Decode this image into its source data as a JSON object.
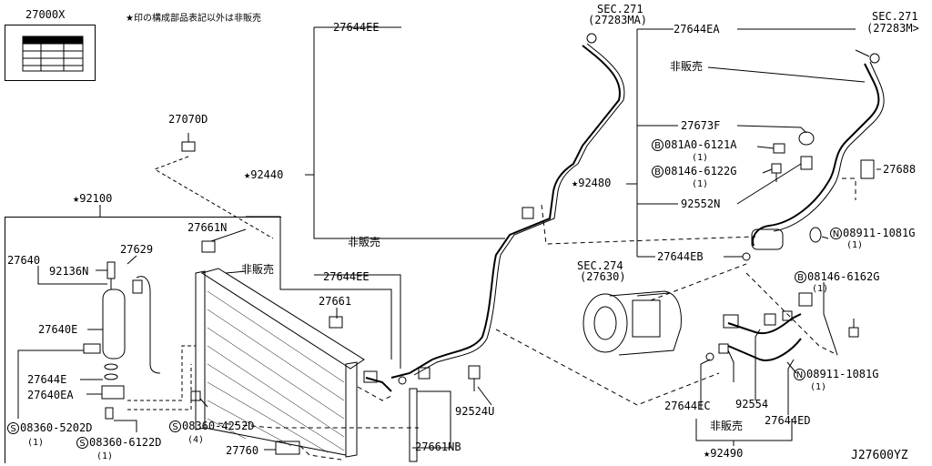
{
  "labels": {
    "part_27000x": "27000X",
    "note_jp": "★印の構成部品表記以外は非販売",
    "part_27070d": "27070D",
    "part_92100": "★92100",
    "part_92440": "★92440",
    "part_27644ee_top": "27644EE",
    "part_27644ee_mid": "27644EE",
    "not_sold_1": "非販売",
    "not_sold_2": "非販売",
    "not_sold_3": "非販売",
    "not_sold_4": "非販売",
    "part_27661n": "27661N",
    "part_27661": "27661",
    "part_27629": "27629",
    "part_27640": "27640",
    "part_92136n": "92136N",
    "part_27640e": "27640E",
    "part_27644e": "27644E",
    "part_27640ea": "27640EA",
    "part_08360_5202d": "08360-5202D",
    "qty_1a": "(1)",
    "part_08360_6122d": "08360-6122D",
    "qty_1b": "(1)",
    "part_08360_4252d": "08360-4252D",
    "qty_4": "(4)",
    "part_27760": "27760",
    "part_27661nb": "27661NB",
    "part_92524u": "92524U",
    "sec271_left_a": "SEC.271",
    "sec271_left_b": "(27283MA)",
    "sec271_right_a": "SEC.271",
    "sec271_right_b": "(27283M>",
    "part_27644ea": "27644EA",
    "part_27673f": "27673F",
    "part_081a0_6121a": "081A0-6121A",
    "qty_1c": "(1)",
    "part_08146_6122g": "08146-6122G",
    "qty_1d": "(1)",
    "part_92480": "★92480",
    "part_92552n": "92552N",
    "part_27688": "27688",
    "part_08911_1081g_a": "08911-1081G",
    "qty_1e": "(1)",
    "part_27644eb": "27644EB",
    "sec274_a": "SEC.274",
    "sec274_b": "(27630)",
    "part_08146_6162g": "08146-6162G",
    "qty_1f": "(1)",
    "part_08911_1081g_b": "08911-1081G",
    "qty_1g": "(1)",
    "part_27644ec": "27644EC",
    "part_92554": "92554",
    "part_27644ed": "27644ED",
    "part_92490": "★92490",
    "diagram_id": "J27600YZ",
    "mark_b": "B",
    "mark_s": "S",
    "mark_n": "N"
  }
}
